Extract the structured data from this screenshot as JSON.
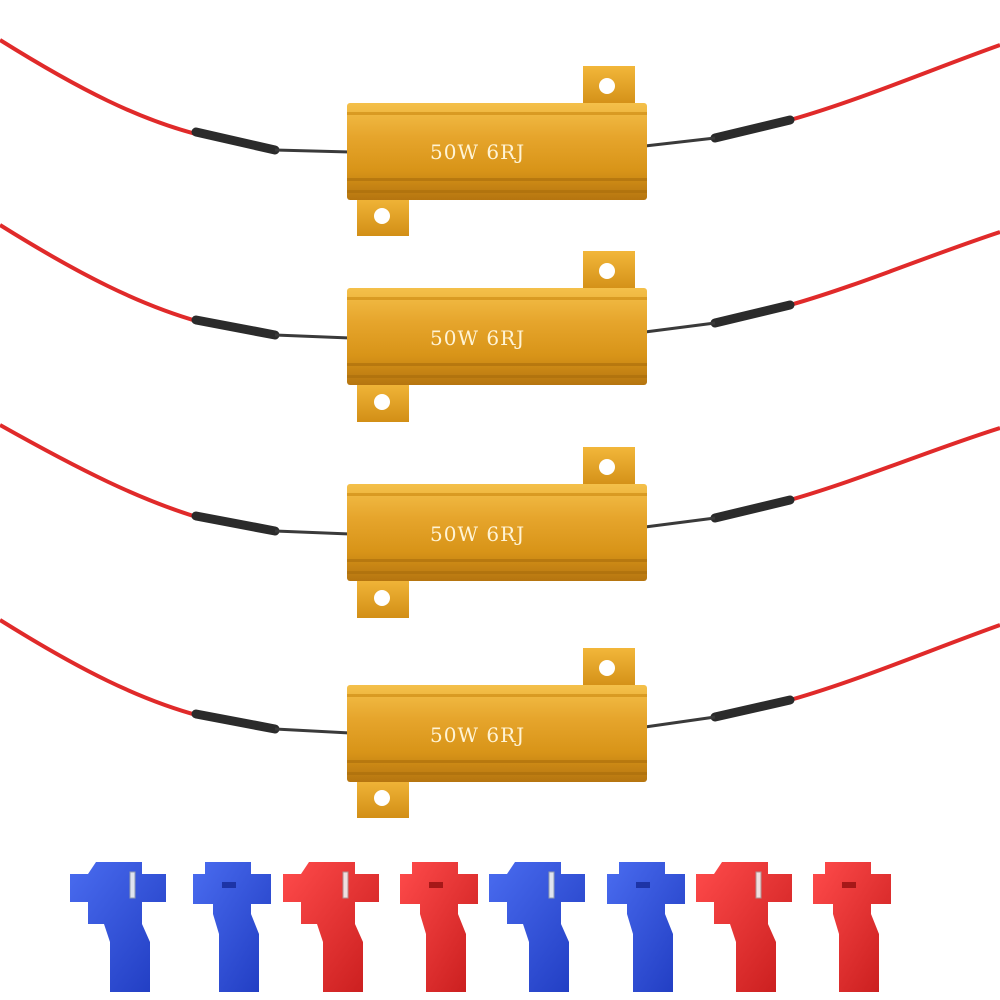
{
  "resistors": [
    {
      "label": "50W 6RJ"
    },
    {
      "label": "50W 6RJ"
    },
    {
      "label": "50W 6RJ"
    },
    {
      "label": "50W 6RJ"
    }
  ],
  "connectors": [
    {
      "color": "blue",
      "style": "open"
    },
    {
      "color": "blue",
      "style": "closed"
    },
    {
      "color": "red",
      "style": "open"
    },
    {
      "color": "red",
      "style": "closed"
    },
    {
      "color": "blue",
      "style": "open"
    },
    {
      "color": "blue",
      "style": "closed"
    },
    {
      "color": "red",
      "style": "open"
    },
    {
      "color": "red",
      "style": "closed"
    }
  ],
  "colors": {
    "background": "#ffffff",
    "wire": "#e02a2a",
    "heatshrink": "#2b2b2b",
    "body_gold": "#e0a326",
    "body_shadow": "#b77a12",
    "connector_blue": "#2d4fd8",
    "connector_red": "#e52b2b"
  }
}
